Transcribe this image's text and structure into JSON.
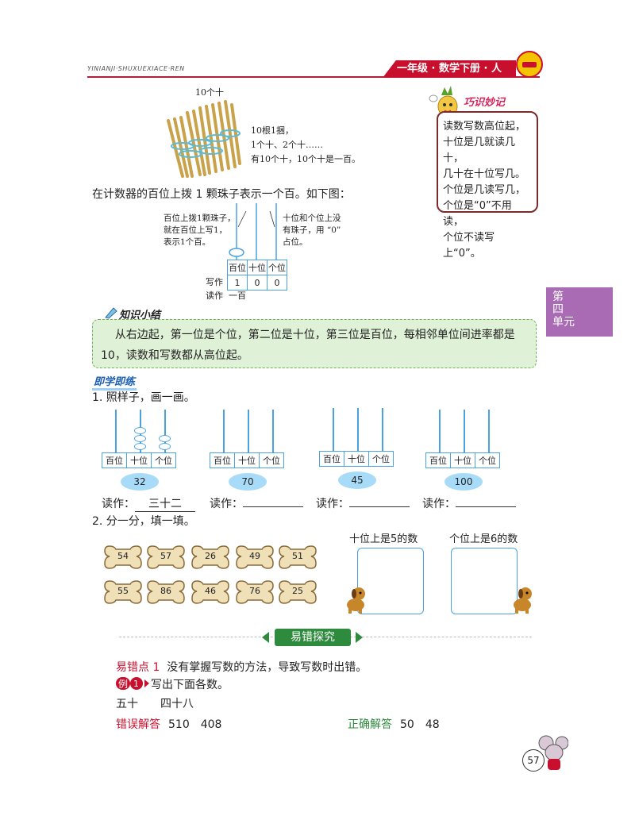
{
  "header": {
    "left_text": "YINIANJI·SHUXUEXIACE·REN",
    "right_text": "一年级 · 数学下册 · 人"
  },
  "bundle": {
    "label": "10个十",
    "lines": [
      "10根1捆，",
      "1个十、2个十……",
      "有10个十，10个十是一百。"
    ]
  },
  "tip": {
    "title": "巧识妙记",
    "lines": [
      "读数写数高位起，",
      "十位是几就读几十，",
      "几十在十位写几。",
      "个位是几读写几，",
      "个位是“0”不用读，",
      "个位不读写上“0”。"
    ]
  },
  "intro": "在计数器的百位上拨 1 颗珠子表示一个百。如下图：",
  "abacus_demo": {
    "left_lines": [
      "百位上拨1颗珠子，",
      "就在百位上写1，",
      "表示1个百。"
    ],
    "right_lines": [
      "十位和个位上没",
      "有珠子，用 “0”",
      "占位。"
    ],
    "places": [
      "百位",
      "十位",
      "个位"
    ],
    "digits": [
      "1",
      "0",
      "0"
    ],
    "write_label": "写作",
    "read_label": "读作",
    "read_value": "一百"
  },
  "summary": {
    "title": "知识小结",
    "text": "从右边起，第一位是个位，第二位是十位，第三位是百位，每相邻单位间进率都是10，读数和写数都从高位起。"
  },
  "practice": {
    "title": "即学即练",
    "q1": "1. 照样子，画一画。",
    "q1_items": [
      {
        "number": "32",
        "read_label": "读作：",
        "answer": "三十二"
      },
      {
        "number": "70",
        "read_label": "读作：",
        "answer": ""
      },
      {
        "number": "45",
        "read_label": "读作：",
        "answer": ""
      },
      {
        "number": "100",
        "read_label": "读作：",
        "answer": ""
      }
    ],
    "q1_places": [
      "百位",
      "十位",
      "个位"
    ],
    "q2": "2. 分一分，填一填。",
    "bones": [
      "54",
      "57",
      "26",
      "49",
      "51",
      "55",
      "86",
      "46",
      "76",
      "25"
    ],
    "box_a": "十位上是5的数",
    "box_b": "个位上是6的数"
  },
  "error_section": {
    "banner": "易错探究",
    "point_label": "易错点 1",
    "point_text": "没有掌握写数的方法，导致写数时出错。",
    "example_badge": "例",
    "example_num": "1",
    "example_text": "写出下面各数。",
    "items": "五十　　四十八",
    "wrong_label": "错误解答",
    "wrong_answer": "510　408",
    "right_label": "正确解答",
    "right_answer": "50　48"
  },
  "side_tab": [
    "第",
    "四",
    "单",
    "元"
  ],
  "page_number": "57",
  "colors": {
    "accent_red": "#c8102e",
    "blue": "#4aa3df",
    "green": "#2e8b3e",
    "purple_tab": "#a86bb4"
  }
}
